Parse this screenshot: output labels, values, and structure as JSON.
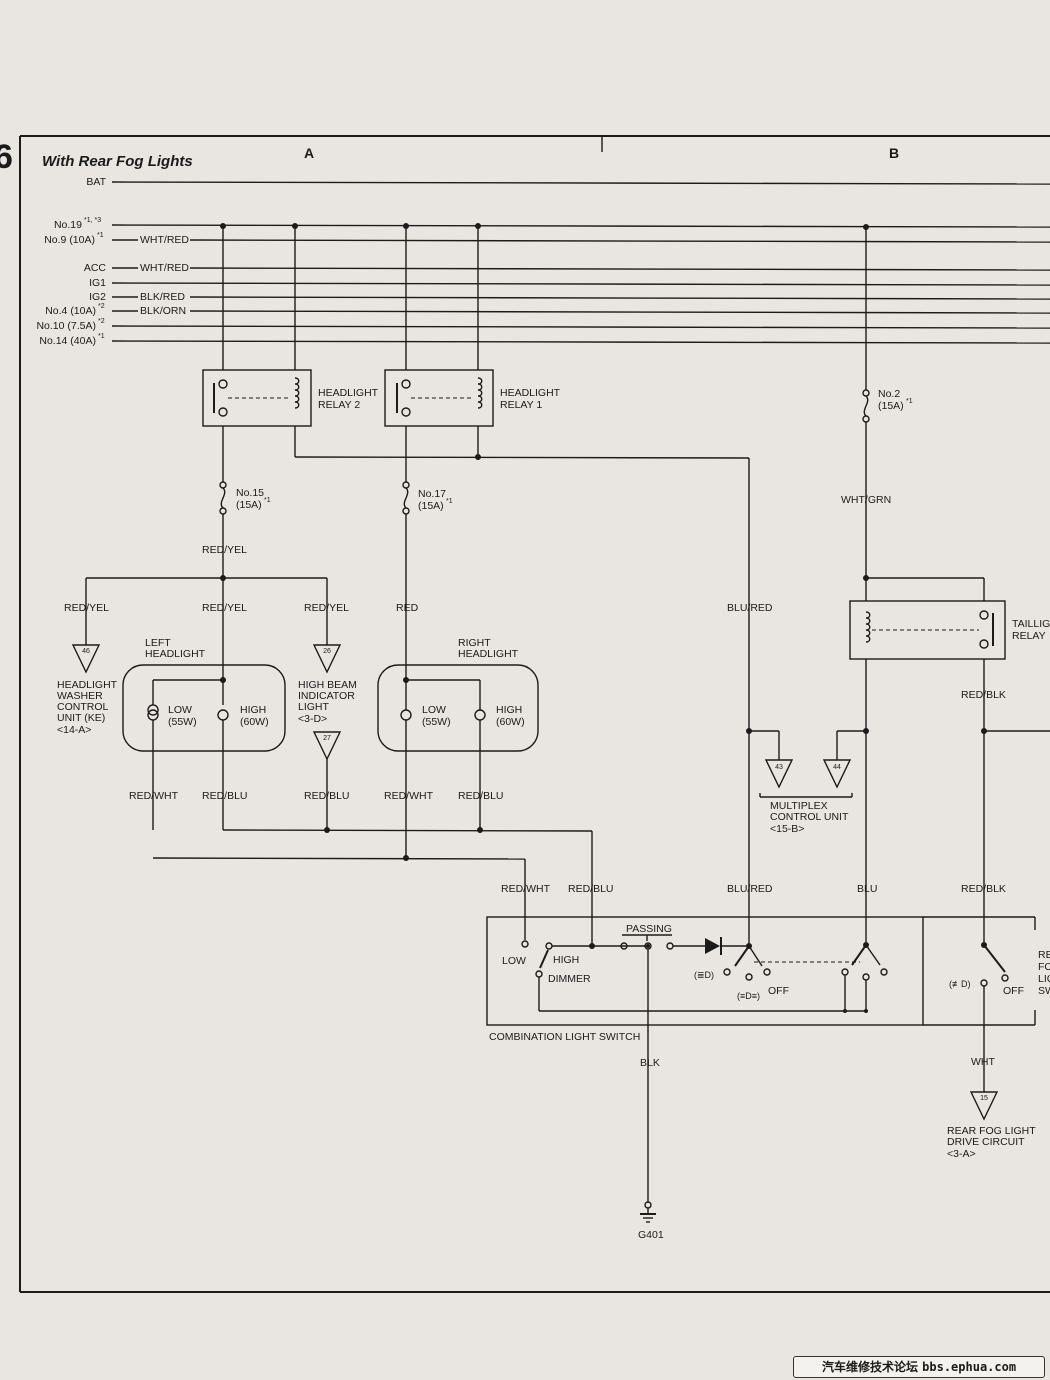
{
  "diagram": {
    "page_marker": "6",
    "title": "With Rear Fog Lights",
    "zone_a": "A",
    "zone_b": "B",
    "power_rails": [
      {
        "name": "BAT",
        "wire": ""
      },
      {
        "name": "No.19",
        "note": "*1, *3",
        "wire": ""
      },
      {
        "name": "No.9 (10A)",
        "note": "*1",
        "wire": "WHT/RED"
      },
      {
        "name": "ACC",
        "wire": "WHT/RED"
      },
      {
        "name": "IG1",
        "wire": ""
      },
      {
        "name": "IG2",
        "wire": "BLK/RED"
      },
      {
        "name": "No.4 (10A)",
        "note": "*2",
        "wire": "BLK/ORN"
      },
      {
        "name": "No.10 (7.5A)",
        "note": "*2",
        "wire": ""
      },
      {
        "name": "No.14 (40A)",
        "note": "*1",
        "wire": ""
      }
    ],
    "relays": {
      "headlight_relay_2": "HEADLIGHT\nRELAY 2",
      "headlight_relay_1": "HEADLIGHT\nRELAY 1",
      "taillight_relay": "TAILLIGHT\nRELAY"
    },
    "fuses": {
      "no15": {
        "name": "No.15",
        "rating": "(15A)",
        "note": "*1"
      },
      "no17": {
        "name": "No.17",
        "rating": "(15A)",
        "note": "*1"
      },
      "no2": {
        "name": "No.2",
        "rating": "(15A)",
        "note": "*1"
      }
    },
    "wires": {
      "red_yel": "RED/YEL",
      "red": "RED",
      "blu_red": "BLU/RED",
      "wht_grn": "WHT/GRN",
      "red_blk": "RED/BLK",
      "red_wht": "RED/WHT",
      "red_blu": "RED/BLU",
      "blu": "BLU",
      "blk": "BLK",
      "wht": "WHT"
    },
    "connectors": {
      "c46": "46",
      "c26": "26",
      "c27": "27",
      "c43": "43",
      "c44": "44",
      "c15": "15"
    },
    "components": {
      "headlight_washer": "HEADLIGHT\nWASHER\nCONTROL\nUNIT (KE)\n<14-A>",
      "left_headlight": "LEFT\nHEADLIGHT",
      "right_headlight": "RIGHT\nHEADLIGHT",
      "low_lamp": "LOW\n(55W)",
      "high_lamp": "HIGH\n(60W)",
      "high_beam_indicator": "HIGH BEAM\nINDICATOR\nLIGHT\n<3-D>",
      "multiplex": "MULTIPLEX\nCONTROL UNIT\n<15-B>",
      "rear_fog_drive": "REAR FOG LIGHT\nDRIVE CIRCUIT\n<3-A>",
      "rear_fog_switch": "REAR\nFOG\nLIGHT\nSWITCH"
    },
    "switch": {
      "name": "COMBINATION LIGHT SWITCH",
      "passing": "PASSING",
      "low": "LOW",
      "high": "HIGH",
      "dimmer": "DIMMER",
      "off": "OFF",
      "pos_headlight": "(≣D)",
      "pos_park": "(≡D≡)",
      "pos_fog": "(≢D)"
    },
    "ground": "G401",
    "watermark": {
      "text": "汽车维修技术论坛",
      "domain": "bbs.ephua.com"
    }
  }
}
